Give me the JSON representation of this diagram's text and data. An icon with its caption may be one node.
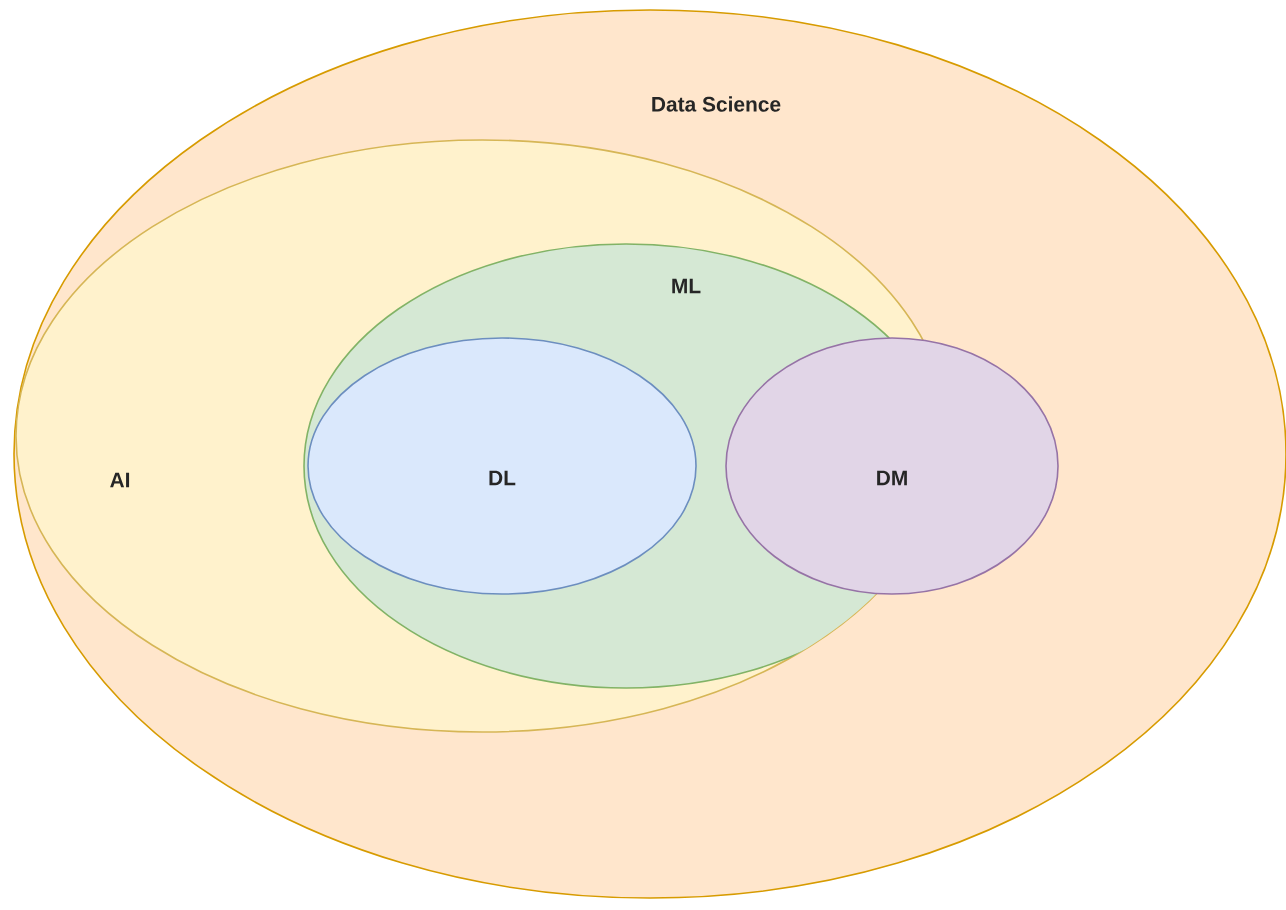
{
  "diagram": {
    "nodes": [
      {
        "text": [
          "Data Science"
        ]
      },
      {
        "text": [
          "AI"
        ],
        "in": 0
      },
      {
        "text": [
          "ML"
        ],
        "in": 1
      },
      {
        "text": [
          "DL"
        ],
        "in": 2
      },
      {
        "text": [
          "DM"
        ],
        "in": 0
      }
    ]
  }
}
